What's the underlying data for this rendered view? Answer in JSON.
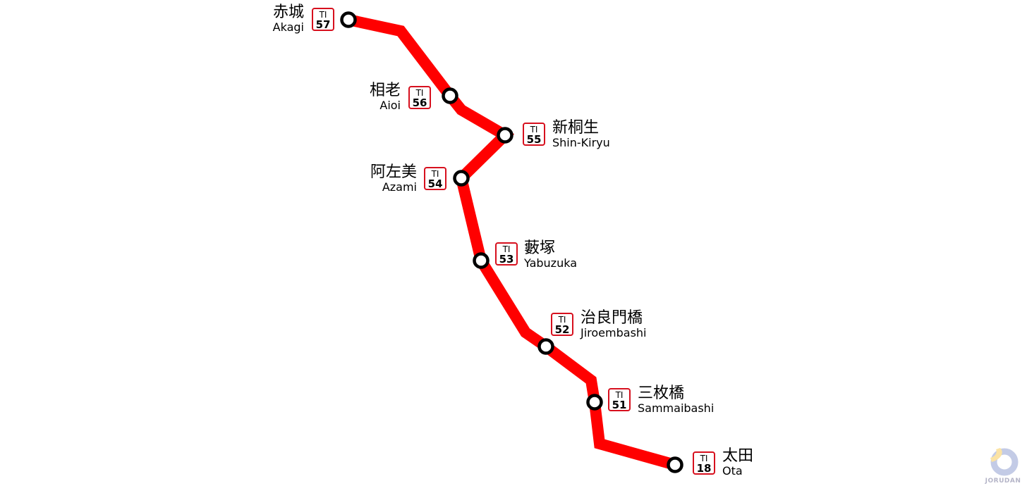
{
  "line": {
    "code": "TI",
    "color": "#ff0000",
    "badge_color": "#d7101e"
  },
  "stations": [
    {
      "ja": "赤城",
      "en": "Akagi",
      "code": "TI",
      "number": "57"
    },
    {
      "ja": "相老",
      "en": "Aioi",
      "code": "TI",
      "number": "56"
    },
    {
      "ja": "新桐生",
      "en": "Shin-Kiryu",
      "code": "TI",
      "number": "55"
    },
    {
      "ja": "阿左美",
      "en": "Azami",
      "code": "TI",
      "number": "54"
    },
    {
      "ja": "藪塚",
      "en": "Yabuzuka",
      "code": "TI",
      "number": "53"
    },
    {
      "ja": "治良門橋",
      "en": "Jiroembashi",
      "code": "TI",
      "number": "52"
    },
    {
      "ja": "三枚橋",
      "en": "Sammaibashi",
      "code": "TI",
      "number": "51"
    },
    {
      "ja": "太田",
      "en": "Ota",
      "code": "TI",
      "number": "18"
    }
  ],
  "logo": {
    "text": "JORUDAN"
  }
}
